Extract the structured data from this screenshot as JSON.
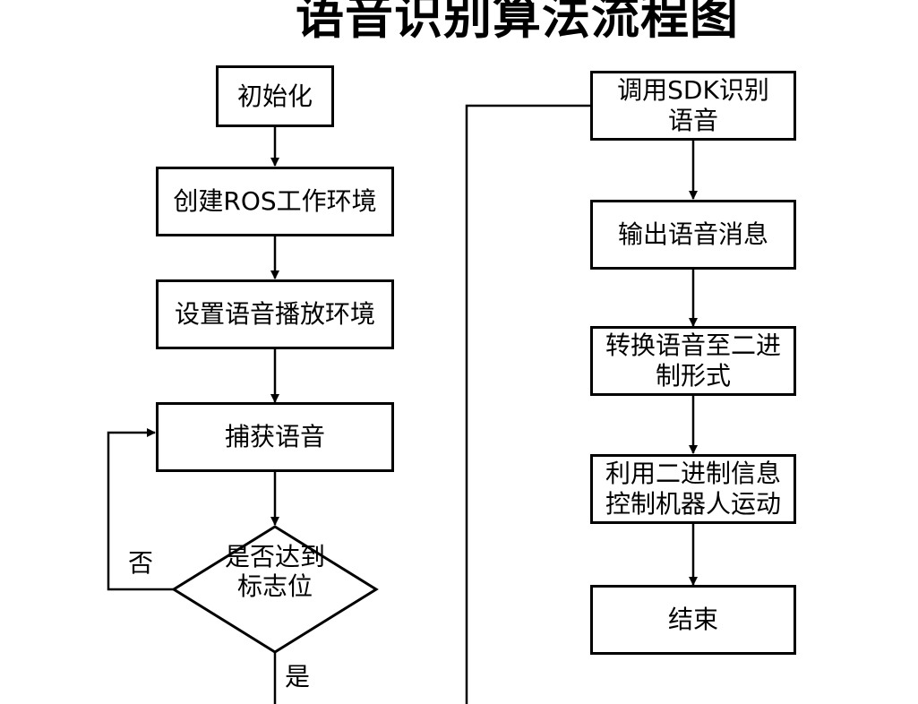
{
  "title": "语音识别算法流程图",
  "steps": {
    "init": "初始化",
    "create_ros": "创建ROS工作环境",
    "set_playback": "设置语音播放环境",
    "capture": "捕获语音",
    "decision": "是否达到标志位",
    "sdk_recognize": "调用SDK识别语音",
    "output_msg": "输出语音消息",
    "to_binary": "转换语音至二进制形式",
    "control_robot": "利用二进制信息控制机器人运动",
    "end": "结束"
  },
  "branches": {
    "no": "否",
    "yes": "是"
  }
}
